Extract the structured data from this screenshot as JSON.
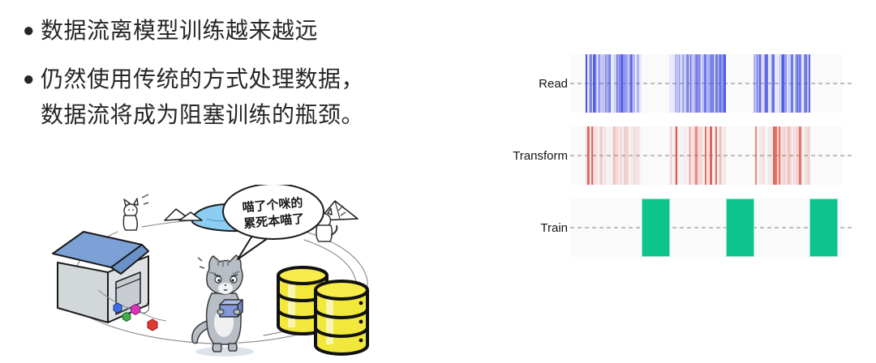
{
  "bullets": {
    "items": [
      {
        "text": "数据流离模型训练越来越远"
      },
      {
        "text": "仍然使用传统的方式处理数据，\n数据流将成为阻塞训练的瓶颈。"
      }
    ]
  },
  "illustration": {
    "speech_bubble": {
      "line1": "喵了个咪的",
      "line2": "累死本喵了"
    }
  },
  "chart_data": {
    "type": "timeline",
    "title": "",
    "description": "Three pipeline stages over time, 3 repeating cycles: dense Read (blue) and Transform (red) tick bursts, each followed by a solid green Train block.",
    "track_length": 350,
    "gridline": {
      "style": "dashed",
      "color": "#bdbdbd"
    },
    "rows": [
      {
        "label": "Read",
        "style": "ticks",
        "color": "#4e58e3",
        "tint": "rgba(88,98,232,0.10)",
        "bands": [
          [
            18,
            88
          ],
          [
            122,
            192
          ],
          [
            226,
            296
          ]
        ],
        "ticks_per_band": 52,
        "strong_ratio": 0.22,
        "strong_opacity": [
          0.55,
          1.0
        ],
        "faint_opacity": [
          0.1,
          0.42
        ],
        "seed": 7
      },
      {
        "label": "Transform",
        "style": "ticks",
        "color": "#e0544a",
        "tint": "rgba(200,130,130,0.05)",
        "bands": [
          [
            18,
            88
          ],
          [
            122,
            192
          ],
          [
            226,
            296
          ]
        ],
        "ticks_per_band": 38,
        "strong_ratio": 0.07,
        "strong_opacity": [
          0.6,
          0.95
        ],
        "faint_opacity": [
          0.04,
          0.2
        ],
        "seed": 13
      },
      {
        "label": "Train",
        "style": "blocks",
        "color": "#0cc48c",
        "bands": [
          [
            88,
            123
          ],
          [
            192,
            227
          ],
          [
            295,
            330
          ]
        ]
      }
    ]
  }
}
